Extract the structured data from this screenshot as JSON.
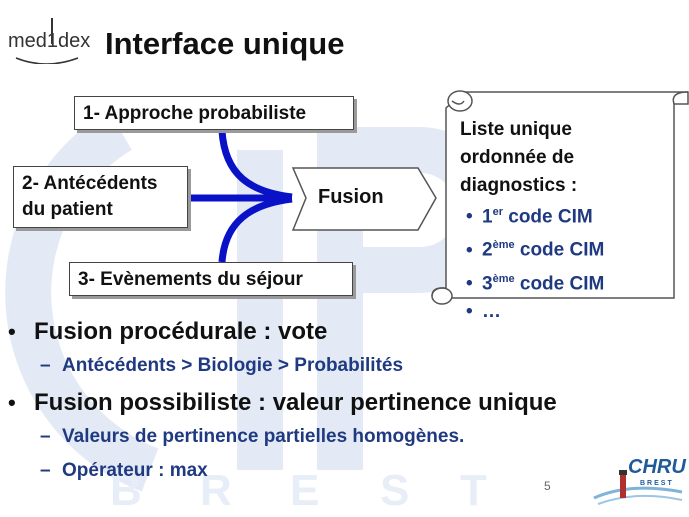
{
  "logo": {
    "text": "med1dex"
  },
  "title": "Interface unique",
  "diagram": {
    "box1": "1- Approche probabiliste",
    "box2_line1": "2- Antécédents",
    "box2_line2": "du patient",
    "box3": "3- Evènements du séjour",
    "fusion": "Fusion",
    "list_line1": "Liste unique",
    "list_line2": "ordonnée de",
    "list_line3": "diagnostics :",
    "items": [
      {
        "num": "1",
        "sup": "er",
        "text": " code CIM"
      },
      {
        "num": "2",
        "sup": "ème",
        "text": " code CIM"
      },
      {
        "num": "3",
        "sup": "ème",
        "text": " code CIM"
      },
      {
        "num": "…",
        "sup": "",
        "text": ""
      }
    ]
  },
  "bullets": [
    "Fusion procédurale : vote",
    "Fusion possibiliste : valeur pertinence unique"
  ],
  "sub_bullets": [
    "Antécédents > Biologie > Probabilités",
    "Valeurs de pertinence partielles homogènes.",
    "Opérateur : max"
  ],
  "page_number": "5",
  "chru_logo": {
    "name": "CHRU",
    "city": "BREST"
  },
  "colors": {
    "arrow": "#0a12c8",
    "subtext": "#1f3a80",
    "watermark": "#dfe7f3"
  }
}
